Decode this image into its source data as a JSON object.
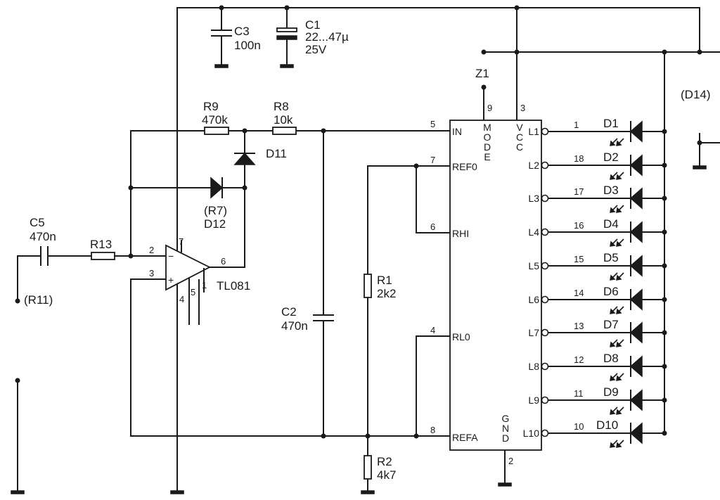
{
  "components": {
    "C1": {
      "name": "C1",
      "value": "22...47µ",
      "voltage": "25V"
    },
    "C2": {
      "name": "C2",
      "value": "470n"
    },
    "C3": {
      "name": "C3",
      "value": "100n"
    },
    "C5": {
      "name": "C5",
      "value": "470n"
    },
    "R1": {
      "name": "R1",
      "value": "2k2"
    },
    "R2": {
      "name": "R2",
      "value": "4k7"
    },
    "R8": {
      "name": "R8",
      "value": "10k"
    },
    "R9": {
      "name": "R9",
      "value": "470k"
    },
    "R13": {
      "name": "R13"
    },
    "D11": {
      "name": "D11"
    },
    "D12": {
      "name": "D12",
      "alt": "(R7)"
    },
    "opamp": {
      "name": "TL081",
      "pins": [
        "2",
        "3",
        "7",
        "6",
        "4",
        "5",
        "1"
      ]
    },
    "Z1": {
      "name": "Z1"
    },
    "R11": {
      "name": "(R11)"
    },
    "D14": {
      "name": "(D14)"
    }
  },
  "ic": {
    "pins_left": [
      {
        "num": "5",
        "label": "IN"
      },
      {
        "num": "7",
        "label": "REF0"
      },
      {
        "num": "6",
        "label": "RHI"
      },
      {
        "num": "4",
        "label": "RL0"
      },
      {
        "num": "8",
        "label": "REFA"
      }
    ],
    "top": [
      {
        "num": "9",
        "label": "MODE"
      },
      {
        "num": "3",
        "label": "VCC"
      }
    ],
    "bottom": {
      "num": "2",
      "label": "GND"
    },
    "outputs": [
      {
        "label": "L1",
        "pin": "1",
        "led": "D1"
      },
      {
        "label": "L2",
        "pin": "18",
        "led": "D2"
      },
      {
        "label": "L3",
        "pin": "17",
        "led": "D3"
      },
      {
        "label": "L4",
        "pin": "16",
        "led": "D4"
      },
      {
        "label": "L5",
        "pin": "15",
        "led": "D5"
      },
      {
        "label": "L6",
        "pin": "14",
        "led": "D6"
      },
      {
        "label": "L7",
        "pin": "13",
        "led": "D7"
      },
      {
        "label": "L8",
        "pin": "12",
        "led": "D8"
      },
      {
        "label": "L9",
        "pin": "11",
        "led": "D9"
      },
      {
        "label": "L10",
        "pin": "10",
        "led": "D10"
      }
    ]
  }
}
